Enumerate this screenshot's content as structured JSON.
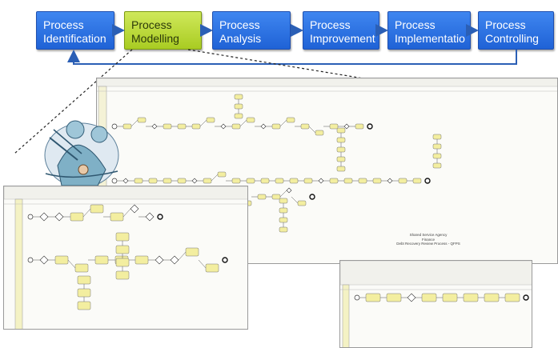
{
  "process_steps": [
    {
      "id": "identification",
      "label": "Process\nIdentification",
      "active": false
    },
    {
      "id": "modelling",
      "label": "Process\nModelling",
      "active": true
    },
    {
      "id": "analysis",
      "label": "Process\nAnalysis",
      "active": false
    },
    {
      "id": "improvement",
      "label": "Process\nImprovement",
      "active": false
    },
    {
      "id": "implementation",
      "label": "Process\nImplementatio\nn",
      "active": false
    },
    {
      "id": "controlling",
      "label": "Process\nControlling",
      "active": false
    }
  ],
  "colors": {
    "step_fill": "#2f74e6",
    "active_fill": "#b8d630",
    "arrow": "#2b5fb5",
    "task_fill": "#f3eea0"
  },
  "main_model": {
    "caption": "Shared Service Agency\nFinance\nDebt Recovery Review Process - QFPS"
  }
}
